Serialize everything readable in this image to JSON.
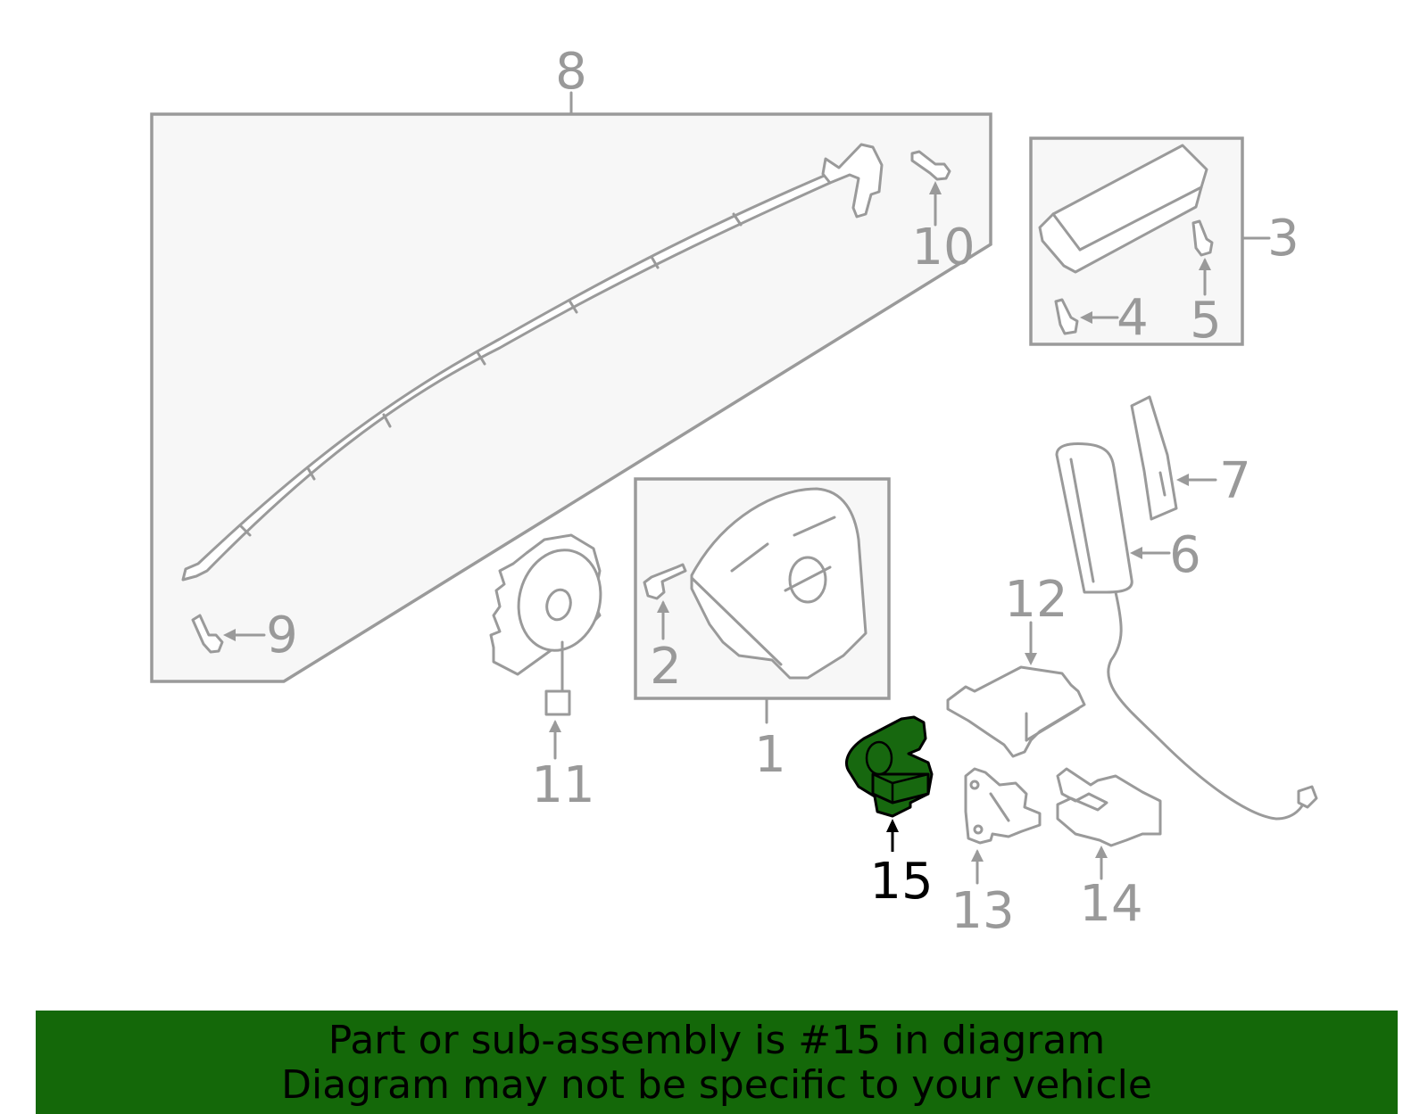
{
  "diagram": {
    "highlighted_part": "15",
    "highlight_color": "#146809",
    "callouts": {
      "c1": "1",
      "c2": "2",
      "c3": "3",
      "c4": "4",
      "c5": "5",
      "c6": "6",
      "c7": "7",
      "c8": "8",
      "c9": "9",
      "c10": "10",
      "c11": "11",
      "c12": "12",
      "c13": "13",
      "c14": "14",
      "c15": "15"
    }
  },
  "banner": {
    "line1": "Part or sub-assembly is #15 in diagram",
    "line2": "Diagram may not be specific to your vehicle",
    "background": "#146809"
  }
}
